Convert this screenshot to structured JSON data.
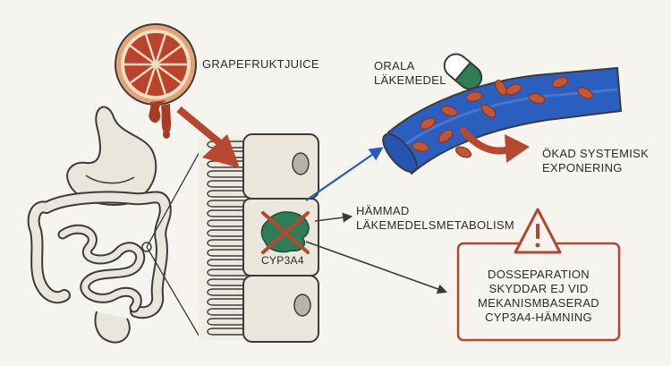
{
  "labels": {
    "grapefruit": "GRAPEFRUKTJUICE",
    "oral_drug": [
      "ORALA",
      "LÄKEMEDEL"
    ],
    "systemic": [
      "ÖKAD SYSTEMISK",
      "EXPONERING"
    ],
    "inhibited": [
      "HÄMMAD",
      "LÄKEMEDELSMETABOLISM"
    ],
    "enzyme": "CYP3A4",
    "warning": [
      "DOSSEPARATION",
      "SKYDDAR EJ VID",
      "MEKANISMBASERAD",
      "CYP3A4-HÄMNING"
    ]
  },
  "icons": [
    "grapefruit-icon",
    "capsule-icon",
    "enzyme-icon",
    "warning-icon",
    "stomach-icon",
    "intestine-icon",
    "blood-vessel-icon"
  ],
  "colors": {
    "grapefruit": "#c0392b",
    "arrow_red": "#b5482f",
    "vessel": "#2b5fbf",
    "arrow_blue": "#2a5bb8",
    "enzyme_green": "#2f7d57",
    "warning_border": "#b3472f",
    "outline": "#3b3b3b"
  }
}
